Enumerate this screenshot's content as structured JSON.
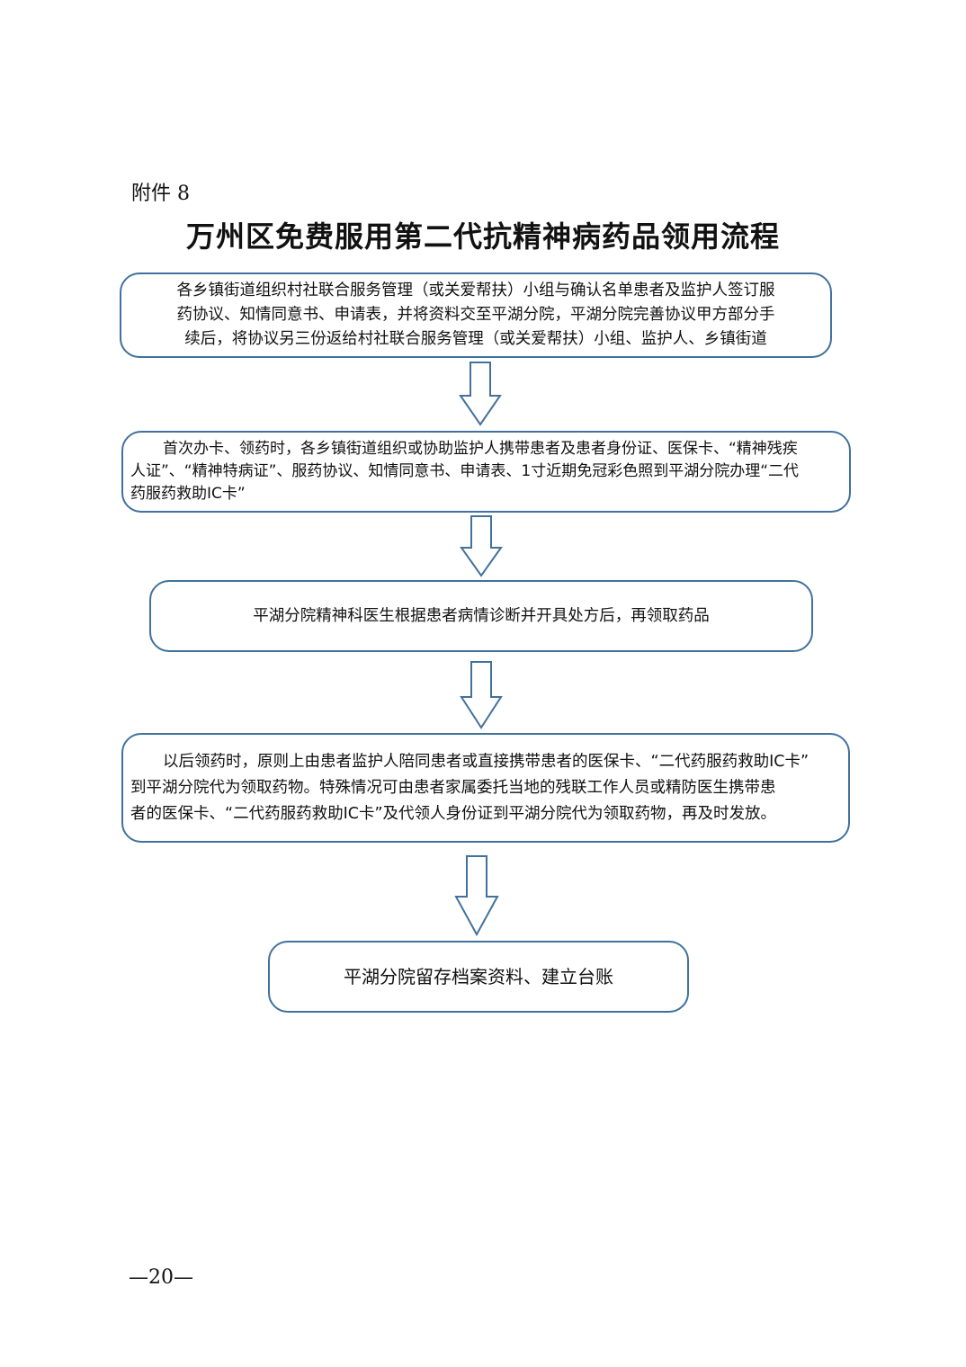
{
  "header": {
    "attachment_label": "附件 8",
    "title": "万州区免费服用第二代抗精神病药品领用流程"
  },
  "steps": [
    {
      "lines": [
        "各乡镇街道组织村社联合服务管理（或关爱帮扶）小组与确认名单患者及监护人签订服",
        "药协议、知情同意书、申请表，并将资料交至平湖分院，平湖分院完善协议甲方部分手",
        "续后，将协议另三份返给村社联合服务管理（或关爱帮扶）小组、监护人、乡镇街道"
      ]
    },
    {
      "lines": [
        "首次办卡、领药时，各乡镇街道组织或协助监护人携带患者及患者身份证、医保卡、“精神残疾",
        "人证”、“精神特病证”、服药协议、知情同意书、申请表、1寸近期免冠彩色照到平湖分院办理“二代",
        "药服药救助IC卡”"
      ]
    },
    {
      "lines": [
        "平湖分院精神科医生根据患者病情诊断并开具处方后，再领取药品"
      ]
    },
    {
      "lines": [
        "以后领药时，原则上由患者监护人陪同患者或直接携带患者的医保卡、“二代药服药救助IC卡”",
        "到平湖分院代为领取药物。特殊情况可由患者家属委托当地的残联工作人员或精防医生携带患",
        "者的医保卡、“二代药服药救助IC卡”及代领人身份证到平湖分院代为领取药物，再及时发放。"
      ]
    },
    {
      "lines": [
        "平湖分院留存档案资料、建立台账"
      ]
    }
  ],
  "footer": {
    "page_number": "—20—"
  },
  "colors": {
    "border": "#41719c",
    "arrow": "#41719c"
  }
}
